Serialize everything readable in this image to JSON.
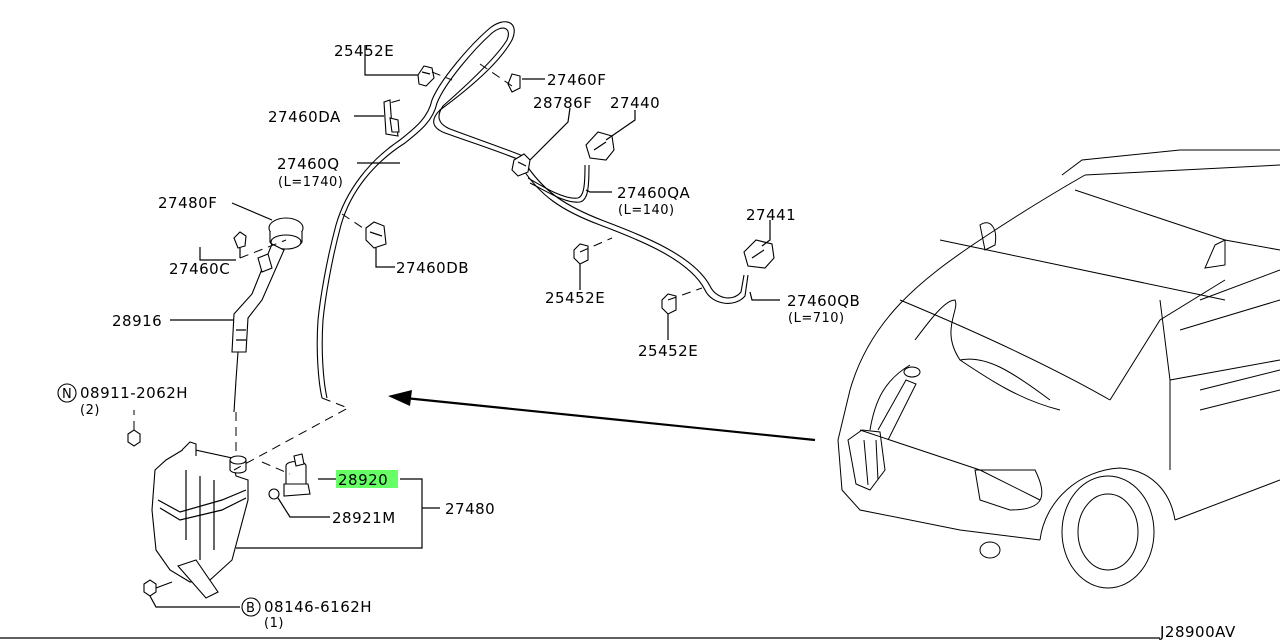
{
  "diagram_id": "J28900AV",
  "highlight_color": "#66ff66",
  "labels": {
    "p25452E_top": "25452E",
    "p27460F": "27460F",
    "p27460DA": "27460DA",
    "p28786F": "28786F",
    "p27440": "27440",
    "p27460Q": "27460Q",
    "p27460Q_len": "(L=1740)",
    "p27480F": "27480F",
    "p27460C": "27460C",
    "p27460DB": "27460DB",
    "p27460QA": "27460QA",
    "p27460QA_len": "(L=140)",
    "p27441": "27441",
    "p25452E_mid": "25452E",
    "p27460QB": "27460QB",
    "p27460QB_len": "(L=710)",
    "p25452E_low": "25452E",
    "p28916": "28916",
    "nut_prefix": "N",
    "nut_part": "08911-2062H",
    "nut_qty": "(2)",
    "p28920": "28920",
    "p28921M": "28921M",
    "p27480": "27480",
    "bolt_prefix": "B",
    "bolt_part": "08146-6162H",
    "bolt_qty": "(1)"
  }
}
